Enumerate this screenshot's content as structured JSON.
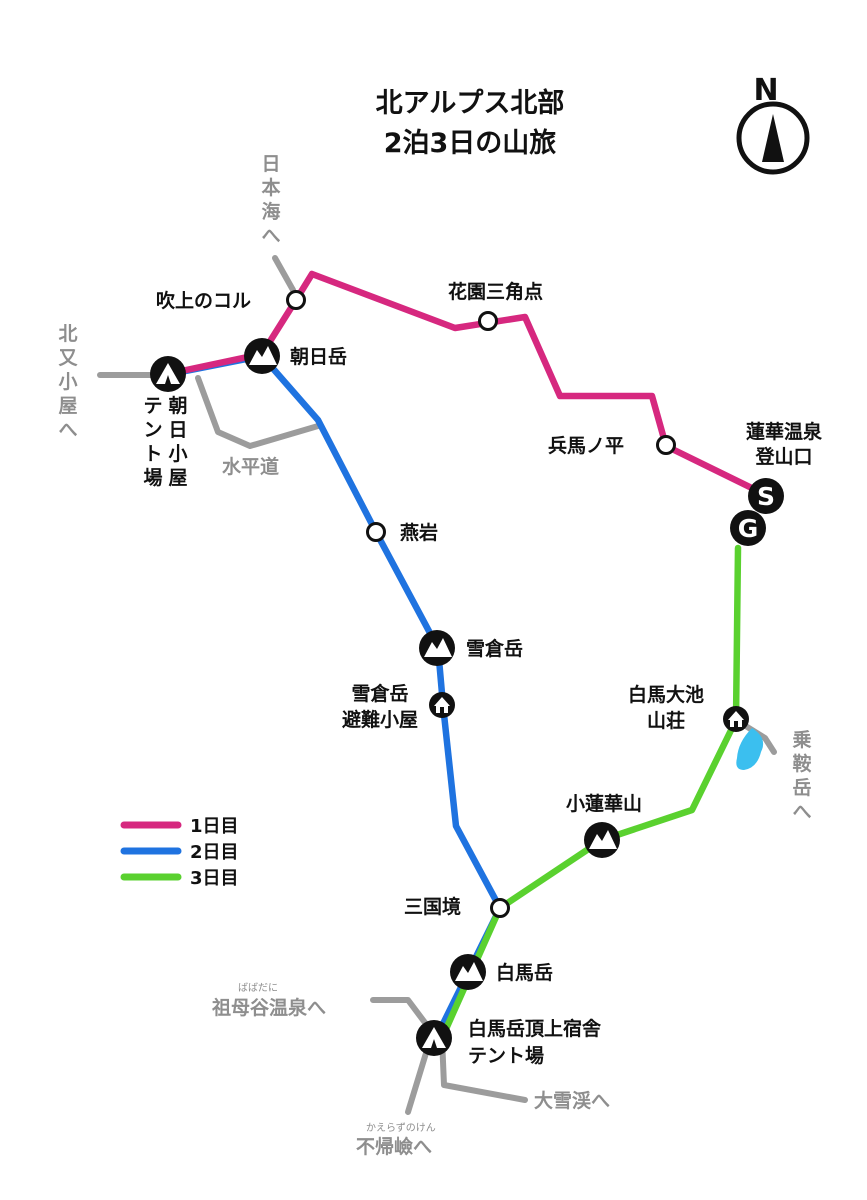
{
  "title": {
    "line1": "北アルプス北部",
    "line2": "2泊3日の山旅"
  },
  "compass": {
    "letter": "N"
  },
  "colors": {
    "day1": "#d6287f",
    "day2": "#1f73e0",
    "day3": "#5ad12f",
    "gray": "#9c9c9c",
    "pond": "#3bbfef"
  },
  "legend": [
    {
      "label": "1日目",
      "color": "#d6287f"
    },
    {
      "label": "2日目",
      "color": "#1f73e0"
    },
    {
      "label": "3日目",
      "color": "#5ad12f"
    }
  ],
  "labels": {
    "fukiage_col": "吹上のコル",
    "hanazono": "花園三角点",
    "asahidake": "朝日岳",
    "asahi_hut": [
      "朝",
      "日",
      "小",
      "屋"
    ],
    "tent_ba": [
      "テ",
      "ン",
      "ト",
      "場"
    ],
    "hyoma": "兵馬ノ平",
    "renge_1": "蓮華温泉",
    "renge_2": "登山口",
    "tsubakuroiwa": "燕岩",
    "yukikuradake": "雪倉岳",
    "yukikura_hut_1": "雪倉岳",
    "yukikura_hut_2": "避難小屋",
    "hakuba_oike_1": "白馬大池",
    "hakuba_oike_2": "山荘",
    "korenge": "小蓮華山",
    "sangokusakai": "三国境",
    "hakubadake": "白馬岳",
    "summit_lodge_1": "白馬岳頂上宿舎",
    "summit_lodge_2": "テント場"
  },
  "markers": {
    "start": "S",
    "goal": "G"
  },
  "gray_labels": {
    "nihonkai": [
      "日",
      "本",
      "海",
      "へ"
    ],
    "kitamata": [
      "北",
      "又",
      "小",
      "屋",
      "へ"
    ],
    "suiheido": "水平道",
    "norikura": [
      "乗",
      "鞍",
      "岳",
      "へ"
    ],
    "sobodani": "祖母谷温泉へ",
    "sobodani_ruby": "ばばだに",
    "daisekkei": "大雪渓へ",
    "kaeraz": "不帰嶮へ",
    "kaeraz_ruby": "かえらずのけん"
  }
}
